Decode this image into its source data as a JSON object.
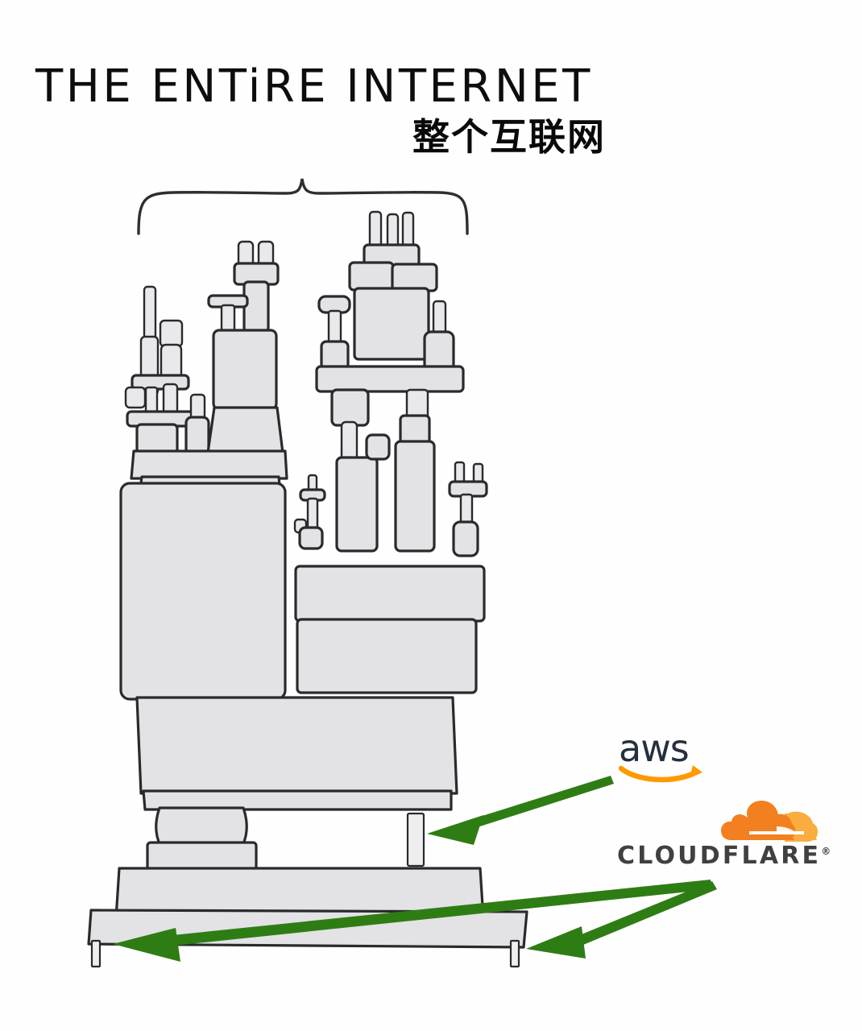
{
  "meta": {
    "kind": "meme-illustration",
    "background_color": "#ffffff"
  },
  "title": {
    "english": "THE ENTiRE INTERNET",
    "chinese": "整个互联网",
    "english_color": "#0d0d0d",
    "chinese_color": "#0a0a0a"
  },
  "annotation": {
    "brace_label": "curly-brace-spanning-tower"
  },
  "logos": [
    {
      "id": "aws",
      "wordmark": "aws",
      "word_color": "#252f3e",
      "accent_color": "#ff9900",
      "accent_name": "amazon-smile-arrow"
    },
    {
      "id": "cloudflare",
      "wordmark": "CLOUDFLARE",
      "registered_mark": "®",
      "word_color": "#404041",
      "cloud_primary_color": "#f38020",
      "cloud_secondary_color": "#faad3f"
    }
  ],
  "arrows": [
    {
      "id": "aws-arrow",
      "from_logo": "aws",
      "points_to": "thin-right-support-leg",
      "color": "#2e7d14"
    },
    {
      "id": "cloudflare-arrow-left",
      "from_logo": "cloudflare",
      "points_to": "bottom-left-thin-leg",
      "color": "#2e7d14"
    },
    {
      "id": "cloudflare-arrow-right",
      "from_logo": "cloudflare",
      "points_to": "bottom-right-thin-leg",
      "color": "#2e7d14"
    }
  ],
  "illustration": {
    "description": "hand-drawn teetering tower of stacked blocks representing the internet stack",
    "block_fill": "#e3e2e4",
    "block_stroke": "#2a2a2e",
    "stroke_width": 3.2
  }
}
